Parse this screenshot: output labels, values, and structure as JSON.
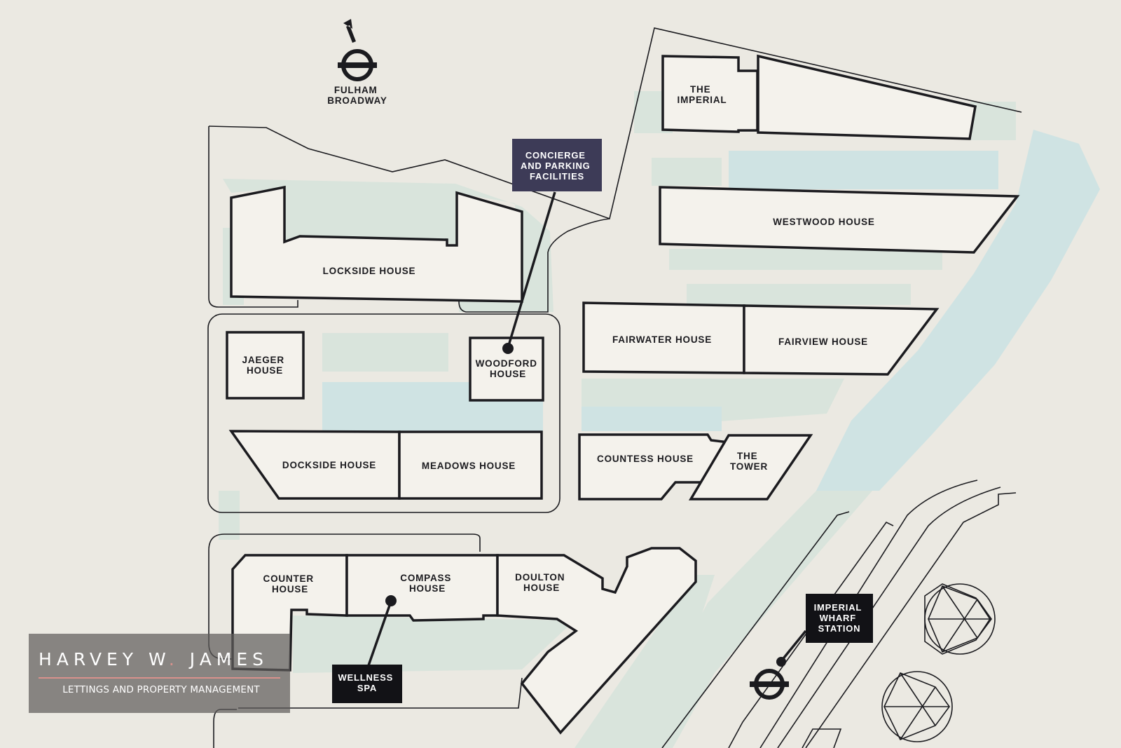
{
  "stations": {
    "fulham_broadway": [
      "FULHAM",
      "BROADWAY"
    ],
    "imperial_wharf": [
      "IMPERIAL",
      "WHARF",
      "STATION"
    ]
  },
  "facilities": {
    "concierge": [
      "CONCIERGE",
      "AND PARKING",
      "FACILITIES"
    ],
    "wellness": [
      "WELLNESS",
      "SPA"
    ]
  },
  "buildings": {
    "lockside": [
      "LOCKSIDE HOUSE"
    ],
    "the_imperial": [
      "THE",
      "IMPERIAL"
    ],
    "westwood": [
      "WESTWOOD HOUSE"
    ],
    "jaeger": [
      "JAEGER",
      "HOUSE"
    ],
    "woodford": [
      "WOODFORD",
      "HOUSE"
    ],
    "fairwater": [
      "FAIRWATER HOUSE"
    ],
    "fairview": [
      "FAIRVIEW HOUSE"
    ],
    "dockside": [
      "DOCKSIDE HOUSE"
    ],
    "meadows": [
      "MEADOWS HOUSE"
    ],
    "countess": [
      "COUNTESS HOUSE"
    ],
    "the_tower": [
      "THE",
      "TOWER"
    ],
    "counter": [
      "COUNTER",
      "HOUSE"
    ],
    "compass": [
      "COMPASS",
      "HOUSE"
    ],
    "doulton": [
      "DOULTON",
      "HOUSE"
    ]
  },
  "watermark": {
    "name_pre": "HARVEY W",
    "name_dot": ".",
    "name_post": " JAMES",
    "tagline": "LETTINGS AND PROPERTY MANAGEMENT"
  },
  "colors": {
    "paper": "#ebe9e2",
    "ink": "#1b1b1f",
    "greenery": "#d9e4dc",
    "water": "#cfe3e3",
    "concierge_tag": "#3d3b57",
    "dark_tag": "#121216",
    "watermark_accent": "#d8918c"
  }
}
